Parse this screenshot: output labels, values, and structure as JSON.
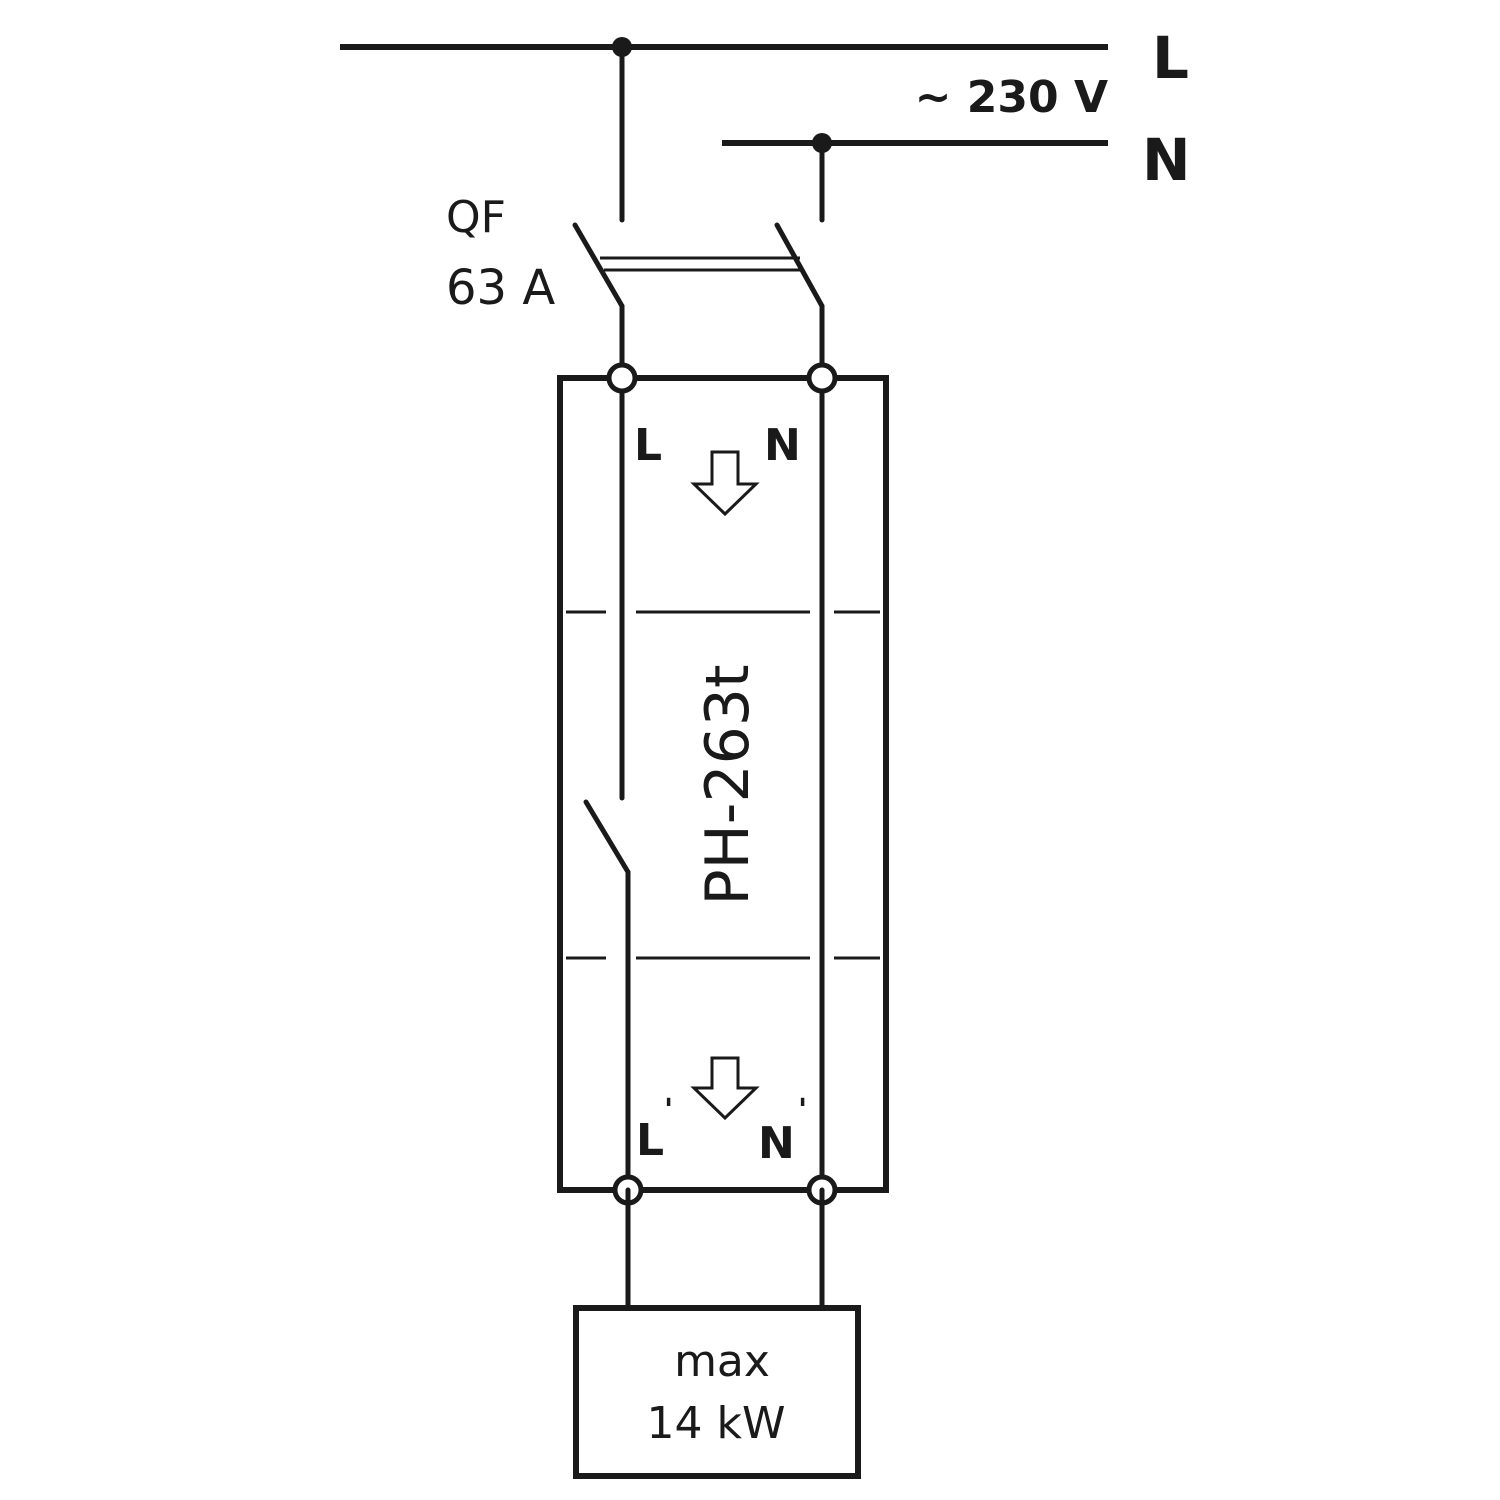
{
  "supply": {
    "line_label": "L",
    "neutral_label": "N",
    "voltage_label": "~ 230 V"
  },
  "breaker": {
    "designation": "QF",
    "rating": "63 A"
  },
  "device": {
    "model": "PH-263t",
    "in_line_label": "L",
    "in_neutral_label": "N",
    "out_line_label": "L",
    "out_neutral_label": "N",
    "prime_mark": "'"
  },
  "load": {
    "line1": "max",
    "line2": "14 kW"
  }
}
